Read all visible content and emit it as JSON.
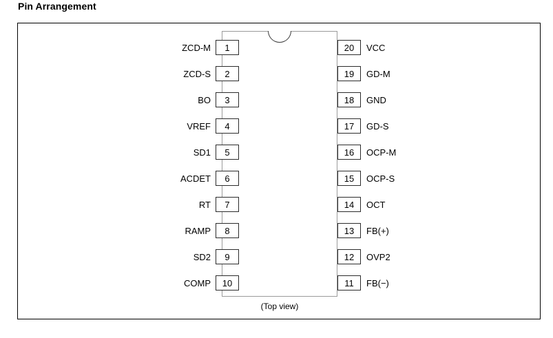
{
  "page_title": "Pin Arrangement",
  "diagram": {
    "caption": "(Top view)",
    "package": {
      "notch_icon": "package-notch-icon",
      "total_pins": 20
    },
    "left_pins": [
      {
        "number": "1",
        "label": "ZCD-M"
      },
      {
        "number": "2",
        "label": "ZCD-S"
      },
      {
        "number": "3",
        "label": "BO"
      },
      {
        "number": "4",
        "label": "VREF"
      },
      {
        "number": "5",
        "label": "SD1"
      },
      {
        "number": "6",
        "label": "ACDET"
      },
      {
        "number": "7",
        "label": "RT"
      },
      {
        "number": "8",
        "label": "RAMP"
      },
      {
        "number": "9",
        "label": "SD2"
      },
      {
        "number": "10",
        "label": "COMP"
      }
    ],
    "right_pins": [
      {
        "number": "20",
        "label": "VCC"
      },
      {
        "number": "19",
        "label": "GD-M"
      },
      {
        "number": "18",
        "label": "GND"
      },
      {
        "number": "17",
        "label": "GD-S"
      },
      {
        "number": "16",
        "label": "OCP-M"
      },
      {
        "number": "15",
        "label": "OCP-S"
      },
      {
        "number": "14",
        "label": "OCT"
      },
      {
        "number": "13",
        "label": "FB(+)"
      },
      {
        "number": "12",
        "label": "OVP2"
      },
      {
        "number": "11",
        "label": "FB(−)"
      }
    ]
  },
  "colors": {
    "background": "#ffffff",
    "text": "#000000",
    "frame_border": "#000000",
    "package_border": "#9a9a9a",
    "pin_box_border": "#2b2b2b"
  }
}
